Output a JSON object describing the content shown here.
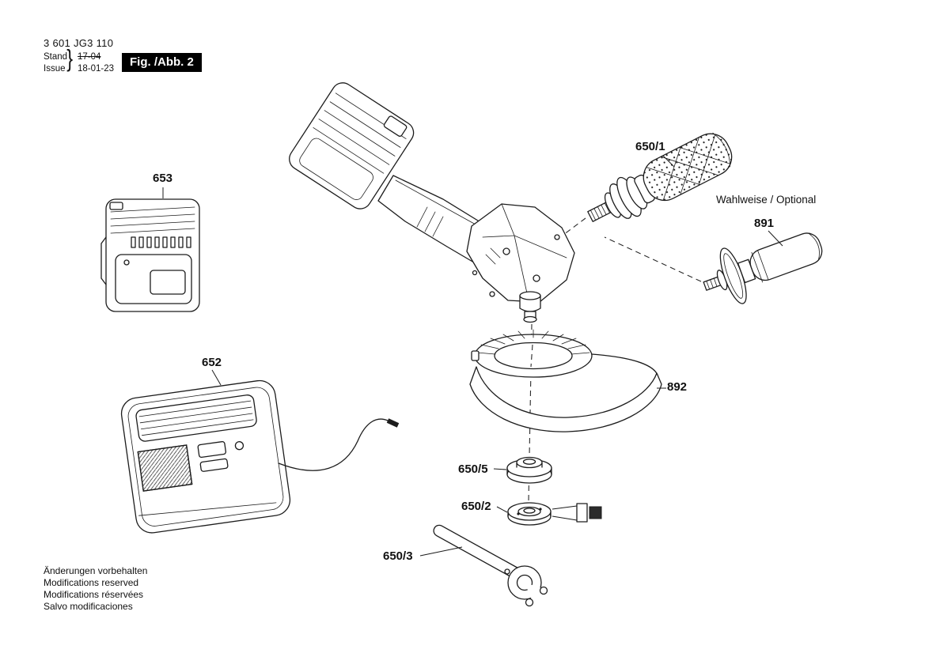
{
  "header": {
    "part_number": "3 601 JG3 110",
    "revision": {
      "stand_label": "Stand",
      "issue_label": "Issue",
      "brace": "}",
      "old_date": "17-04",
      "new_date": "18-01-23"
    },
    "figure_label": "Fig. /Abb. 2"
  },
  "parts": {
    "battery": {
      "ref": "653"
    },
    "charger": {
      "ref": "652"
    },
    "vibration_handle": {
      "ref": "650/1"
    },
    "aux_handle": {
      "ref": "891",
      "note": "Wahlweise / Optional"
    },
    "guard": {
      "ref": "892"
    },
    "backing_flange": {
      "ref": "650/5"
    },
    "clamp_nut": {
      "ref": "650/2"
    },
    "pin_wrench": {
      "ref": "650/3"
    }
  },
  "footer": {
    "lines": [
      "Änderungen vorbehalten",
      "Modifications reserved",
      "Modifications réservées",
      "Salvo modificaciones"
    ]
  },
  "colors": {
    "ink": "#1c1c1c",
    "paper": "#ffffff"
  }
}
